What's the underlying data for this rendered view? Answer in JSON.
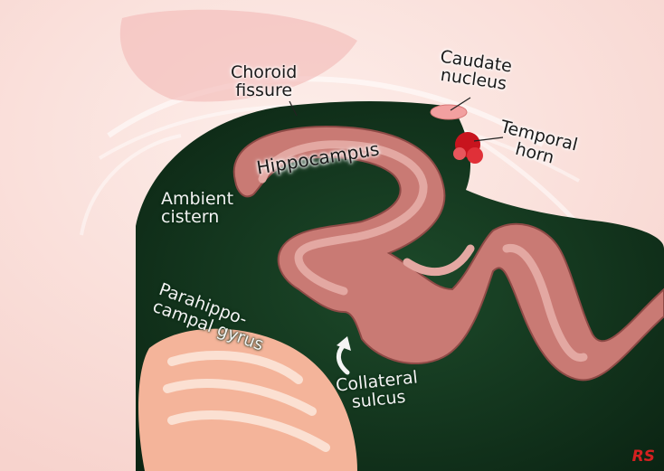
{
  "labels": {
    "choroid_fissure": [
      "Choroid",
      "fissure"
    ],
    "caudate_nucleus": [
      "Caudate",
      "nucleus"
    ],
    "temporal_horn": [
      "Temporal",
      "horn"
    ],
    "hippocampus": "Hippocampus",
    "ambient_cistern": [
      "Ambient",
      "cistern"
    ],
    "parahippocampal_gyrus": [
      "Parahippo-",
      "campal gyrus"
    ],
    "collateral_sulcus": [
      "Collateral",
      "sulcus"
    ]
  },
  "signature": "RS",
  "colors": {
    "background": "#fbe4e0",
    "cistern": "#14361f",
    "gyrus": "#c97a74",
    "gyrus_core": "#e3a8a2",
    "caudate": "#f2a0a0",
    "choroid_plexus": "#c8141e",
    "cerebellum": "#f4b49a",
    "label_dark": "#1a1a1a",
    "label_light": "#f2f2f2"
  }
}
